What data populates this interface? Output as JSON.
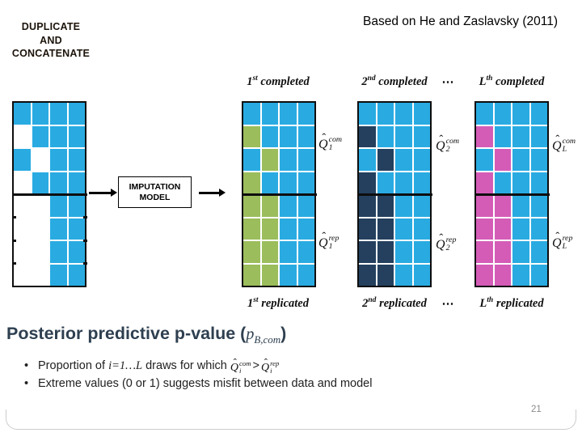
{
  "slide": {
    "title_lines": [
      "DUPLICATE",
      "AND",
      "CONCATENATE"
    ],
    "attribution": "Based on He and Zaslavsky (2011)",
    "page_number": "21"
  },
  "colors": {
    "blue": "#29abe2",
    "accent_observed": "#ffffff",
    "accent_1": "#9bbd5b",
    "accent_2": "#24405e",
    "accent_L": "#d45cb7"
  },
  "column_labels": {
    "dots": "⋯",
    "completed": [
      {
        "num": "1",
        "ord": "st",
        "word": " completed"
      },
      {
        "num": "2",
        "ord": "nd",
        "word": " completed"
      },
      {
        "num": "L",
        "ord": "th",
        "word": " completed"
      }
    ],
    "replicated": [
      {
        "num": "1",
        "ord": "st",
        "word": " replicated"
      },
      {
        "num": "2",
        "ord": "nd",
        "word": " replicated"
      },
      {
        "num": "L",
        "ord": "th",
        "word": " replicated"
      }
    ]
  },
  "imputation_box": {
    "line1": "IMPUTATION",
    "line2": "MODEL"
  },
  "math_labels": {
    "q1com": {
      "hat": "ˆ",
      "base": "Q",
      "sub": "1",
      "sup": "com"
    },
    "q2com": {
      "hat": "ˆ",
      "base": "Q",
      "sub": "2",
      "sup": "com"
    },
    "qLcom": {
      "hat": "ˆ",
      "base": "Q",
      "sub": "L",
      "sup": "com"
    },
    "q1rep": {
      "hat": "ˆ",
      "base": "Q",
      "sub": "1",
      "sup": "rep"
    },
    "q2rep": {
      "hat": "ˆ",
      "base": "Q",
      "sub": "2",
      "sup": "rep"
    },
    "qLrep": {
      "hat": "ˆ",
      "base": "Q",
      "sub": "L",
      "sup": "rep"
    }
  },
  "grid_spec": {
    "rows": 8,
    "cols": 4,
    "missing_cells_top": [
      [
        1,
        0
      ],
      [
        2,
        1
      ],
      [
        3,
        0
      ]
    ],
    "missing_bottom_cols": [
      0,
      1
    ],
    "panels": [
      {
        "id": "observed",
        "accent_key": "accent_observed"
      },
      {
        "id": "completed-1",
        "accent_key": "accent_1"
      },
      {
        "id": "completed-2",
        "accent_key": "accent_2"
      },
      {
        "id": "completed-L",
        "accent_key": "accent_L"
      }
    ]
  },
  "pvalue": {
    "heading_prefix": "Posterior predictive p-value (",
    "heading_math": {
      "base": "p",
      "sub": "B,com"
    },
    "heading_suffix": ")",
    "bullet_char": "•",
    "bullet1": {
      "pre": "Proportion of ",
      "math_i": "i=1…L",
      "mid": " draws for which ",
      "q_com": {
        "hat": "ˆ",
        "base": "Q",
        "sub": "i",
        "sup": "com"
      },
      "gt": ">",
      "q_rep": {
        "hat": "ˆ",
        "base": "Q",
        "sub": "i",
        "sup": "rep"
      }
    },
    "bullet2": "Extreme values (0 or 1) suggests misfit between data and model"
  }
}
